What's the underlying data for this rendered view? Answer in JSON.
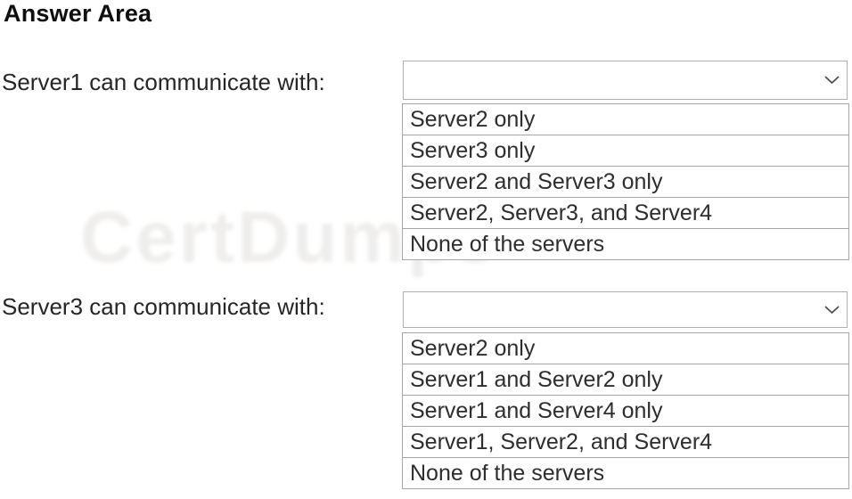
{
  "title": "Answer Area",
  "watermark": "CertDumps",
  "questions": [
    {
      "label": "Server1 can communicate with:",
      "selected_value": "",
      "chevron_icon": "chevron-down",
      "options": [
        "Server2 only",
        "Server3 only",
        "Server2 and Server3 only",
        "Server2, Server3, and Server4",
        "None of the servers"
      ]
    },
    {
      "label": "Server3 can communicate with:",
      "selected_value": "",
      "chevron_icon": "chevron-down",
      "options": [
        "Server2 only",
        "Server1 and Server2 only",
        "Server1 and Server4 only",
        "Server1, Server2, and Server4",
        "None of the servers"
      ]
    }
  ],
  "colors": {
    "background": "#ffffff",
    "text": "#2e2e2e",
    "title_text": "#0f0f0f",
    "combobox_border": "#b0b0b0",
    "option_border": "#a6a6a6",
    "chevron": "#4f4f4f",
    "watermark_tint": "#a8a098"
  }
}
